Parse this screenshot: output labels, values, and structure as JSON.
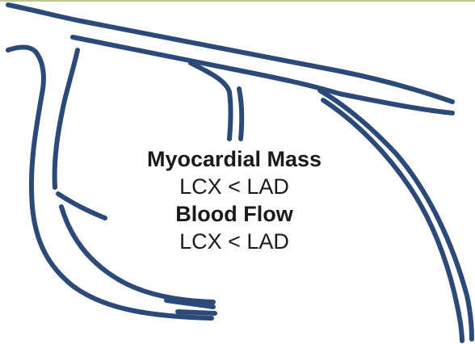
{
  "diagram": {
    "vessel_color": "#2b4a7a",
    "heading_1": "Myocardial Mass",
    "comparison_1": "LCX < LAD",
    "heading_2": "Blood Flow",
    "comparison_2": "LCX <  LAD"
  }
}
